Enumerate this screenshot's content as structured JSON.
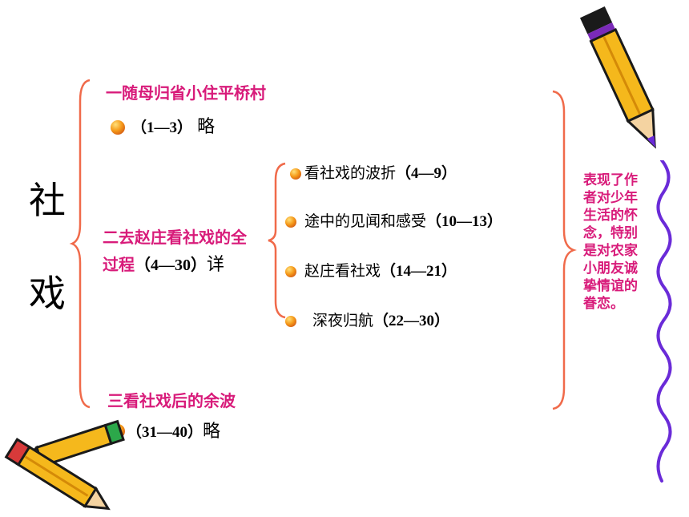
{
  "title": {
    "char1": "社",
    "char2": "戏"
  },
  "section1": {
    "heading": "一随母归省小住平桥村",
    "range": "（1—3）",
    "treatment": "略"
  },
  "section2": {
    "heading_line1": "二去赵庄看社戏的全",
    "heading_line2": "过程",
    "range": "（4—30）",
    "treatment": "详",
    "items": [
      {
        "text": "看社戏的波折",
        "range": "（4—9）"
      },
      {
        "text": "途中的见闻和感受",
        "range": "（10—13）"
      },
      {
        "text": "赵庄看社戏",
        "range": "（14—21）"
      },
      {
        "text": "深夜归航",
        "range": "（22—30）"
      }
    ]
  },
  "section3": {
    "heading": "三看社戏后的余波",
    "range": "（31—40）",
    "treatment": "略"
  },
  "summary": {
    "lines": [
      "表现了作",
      "者对少年",
      "生活的怀",
      "念，特别",
      "是对农家",
      "小朋友诚",
      "挚情谊的",
      "眷恋。"
    ]
  },
  "colors": {
    "heading": "#d81b7a",
    "brace": "#f06a4a",
    "wavy_border": "#6a2bd8"
  },
  "icons": [
    "pencil-icon",
    "pencil-pair-icon",
    "bullet-icon"
  ]
}
